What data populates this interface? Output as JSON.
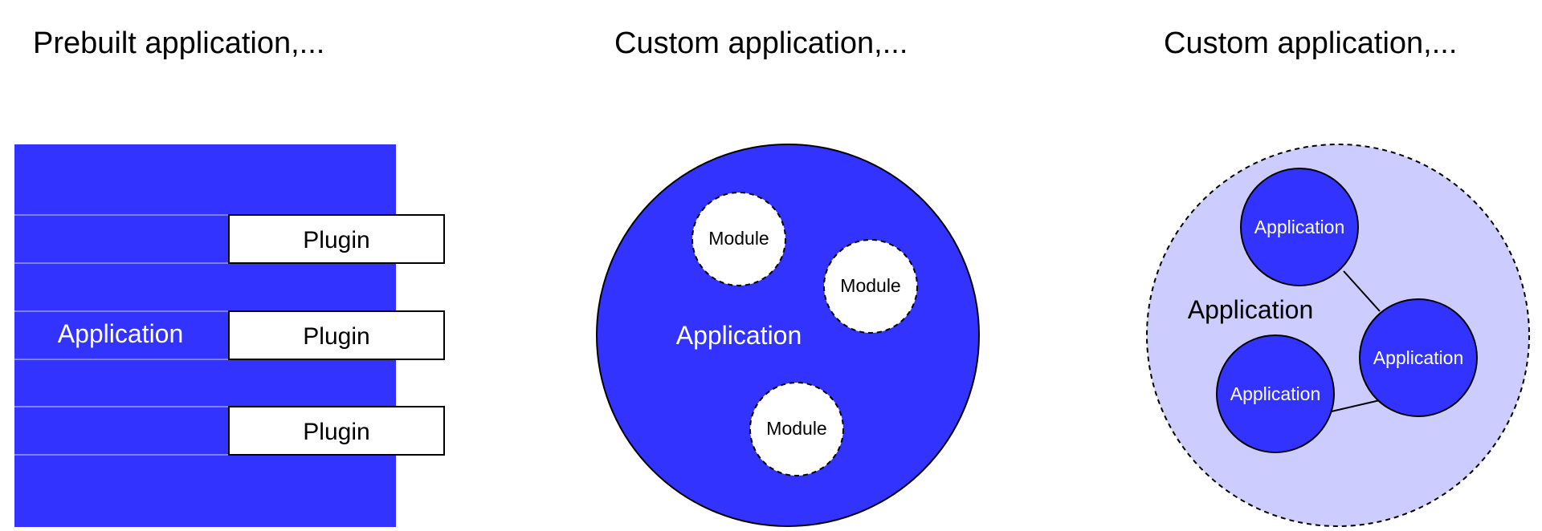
{
  "titles": {
    "prebuilt": "Prebuilt application,...",
    "custom_modules": "Custom application,...",
    "custom_apps": "Custom application,..."
  },
  "prebuilt": {
    "app_label": "Application",
    "plugins": [
      "Plugin",
      "Plugin",
      "Plugin"
    ]
  },
  "custom_modules": {
    "app_label": "Application",
    "modules": [
      "Module",
      "Module",
      "Module"
    ]
  },
  "custom_apps": {
    "outer_label": "Application",
    "apps": [
      "Application",
      "Application",
      "Application"
    ]
  },
  "colors": {
    "blue": "#3333ff",
    "light_blue": "#ccccff",
    "white": "#ffffff",
    "black": "#000000",
    "stripe": "#8080ff"
  }
}
